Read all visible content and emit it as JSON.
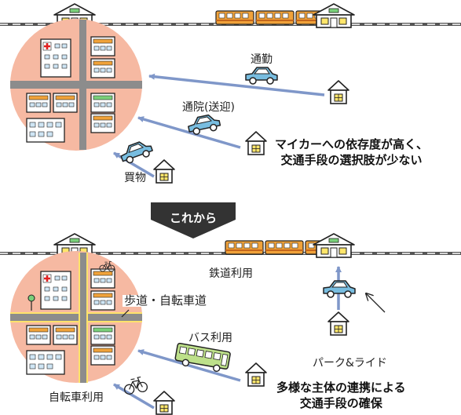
{
  "top": {
    "commute_label": "通勤",
    "hospital_label": "通院(送迎)",
    "shopping_label": "買物",
    "problem_line1": "マイカーへの依存度が高く、",
    "problem_line2": "交通手段の選択肢が少ない"
  },
  "transition": {
    "label": "これから"
  },
  "bottom": {
    "rail_label": "鉄道利用",
    "walkway_label": "歩道・自転車道",
    "bus_label": "バス利用",
    "park_ride_label": "パーク&ライド",
    "bicycle_label": "自転車利用",
    "solution_line1": "多様な主体の連携による",
    "solution_line2": "交通手段の確保"
  },
  "colors": {
    "town_circle": "#f6b9a2",
    "road": "#8c8c8c",
    "bike_lane": "#ffe36b",
    "arrow": "#7f97c9",
    "car": "#78bde0",
    "bus": "#bde08a",
    "train": "#f0a23a",
    "banner": "#333333"
  }
}
